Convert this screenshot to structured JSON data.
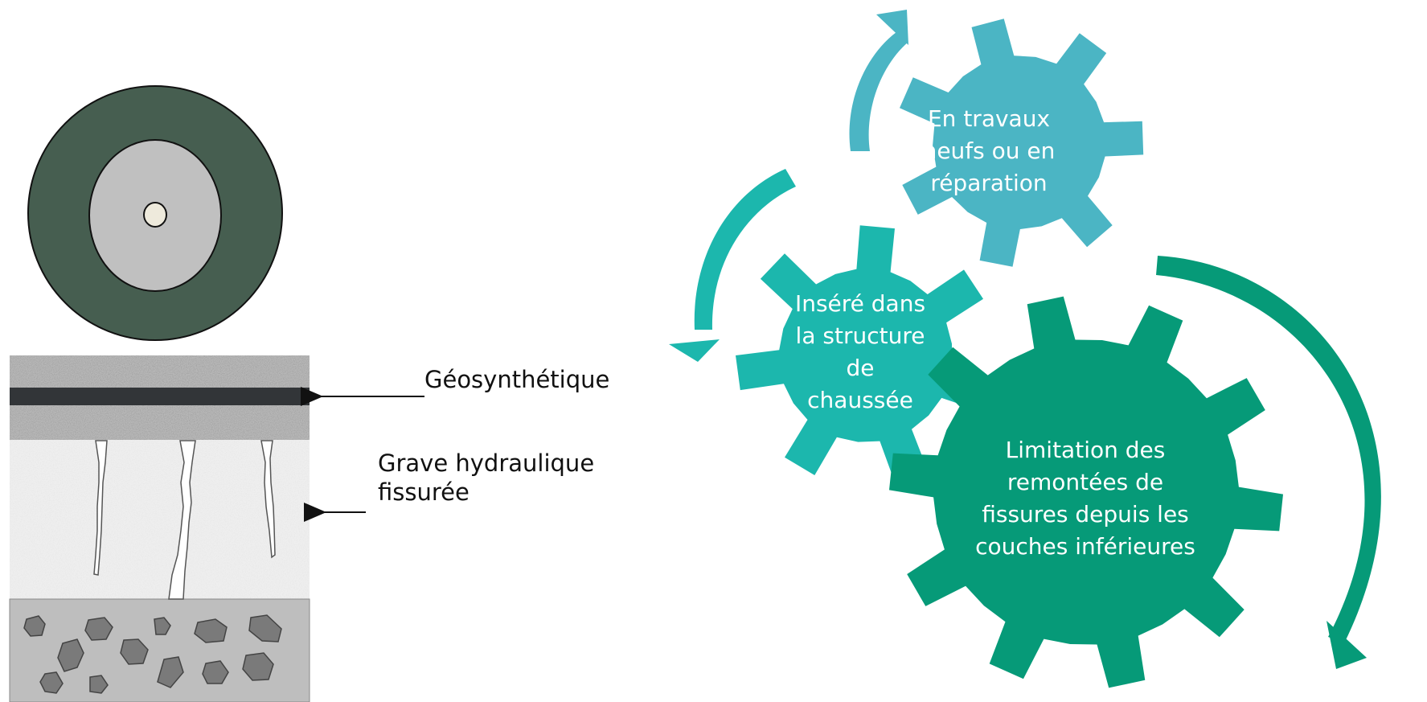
{
  "labels": {
    "geosynthetique": "Géosynthétique",
    "grave": [
      "Grave hydraulique",
      "fissurée"
    ]
  },
  "gears": {
    "blue": {
      "lines": [
        "En travaux",
        "neufs ou en",
        "réparation"
      ],
      "color": "#4bb5c4"
    },
    "teal": {
      "lines": [
        "Inséré dans",
        "la structure",
        "de",
        "chaussée"
      ],
      "color": "#1cb7ad"
    },
    "green": {
      "lines": [
        "Limitation des",
        "remontées de",
        "fissures depuis les",
        "couches inférieures"
      ],
      "color": "#069a78"
    }
  },
  "colors": {
    "tire_outer": "#465e50",
    "tire_inner": "#c0c0c0",
    "hub": "#eeeadc",
    "geosynthetic_band": "#323538",
    "base_layer": "#bebebe",
    "stone": "#7a7a7a"
  }
}
